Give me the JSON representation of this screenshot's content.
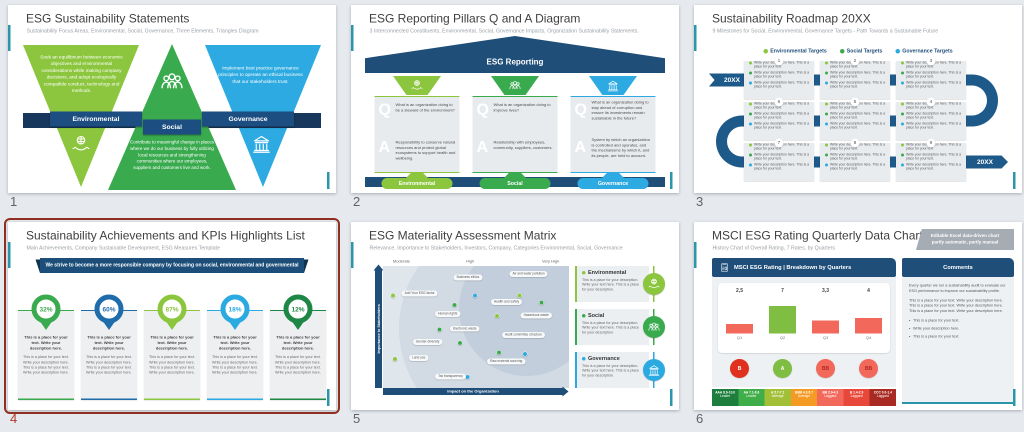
{
  "app": {
    "background": "#e6eaee",
    "selection_color": "#8e2f1f"
  },
  "slides": [
    {
      "number": "1",
      "title": "ESG Sustainability Statements",
      "subtitle": "Sustainability Focus Areas, Environmental, Social, Governance, Three Elements, Triangles Diagram",
      "env": {
        "label": "Environmental",
        "color": "#8cc63e",
        "text": "Seek an equilibrium between economic objectives and environmental considerations while making company decisions, and adopt ecologically compatible conduct, technology and methods."
      },
      "soc": {
        "label": "Social",
        "color": "#3aaa4e",
        "text": "Contribute to meaningful change in places where we do our business by fully utilizing local resources and strengthening communities where our employees, suppliers and customers live and work."
      },
      "gov": {
        "label": "Governance",
        "color": "#2caae1",
        "text": "Implement best practice governance principles to operate an ethical business that our stakeholders trust."
      }
    },
    {
      "number": "2",
      "title": "ESG Reporting Pillars Q and A Diagram",
      "subtitle": "3 Interconnected Constituents, Environmental, Social, Governance Impacts, Organization Sustainability Statements.",
      "roof": "ESG Reporting",
      "q_letter": "Q",
      "a_letter": "A",
      "pillars": [
        {
          "label": "Environmental",
          "color": "#8cc63e",
          "q": "What is an organization doing to be a steward of the environment?",
          "a": "Responsibility to conserve natural resources and protect global ecosystems to support health and wellbeing."
        },
        {
          "label": "Social",
          "color": "#3aaa4e",
          "q": "What is an organization doing to improve lives?",
          "a": "Relationship with employees, community, suppliers, customers."
        },
        {
          "label": "Governance",
          "color": "#2caae1",
          "q": "What is an organization doing to stay ahead of corruption and ensure its investments remain sustainable in the future?",
          "a": "System by which an organization is controlled and operates, and the mechanisms by which it, and its people, are held to account."
        }
      ]
    },
    {
      "number": "3",
      "title": "Sustainability Roadmap 20XX",
      "subtitle": "9 Milestones for Social, Environmental, Governance Targets - Path Towards a Sustainable Future",
      "legend": [
        {
          "label": "Environmental Targets",
          "color": "#8cc63e"
        },
        {
          "label": "Social Targets",
          "color": "#3aaa4e"
        },
        {
          "label": "Governance Targets",
          "color": "#2caae1"
        }
      ],
      "start_label": "20XX",
      "end_label": "20XX",
      "milestone_bullet": "Write your description here. This is a place for your text.",
      "bullet_colors": [
        "#8cc63e",
        "#3aaa4e",
        "#2caae1"
      ],
      "milestones": [
        {
          "number": "1"
        },
        {
          "number": "2"
        },
        {
          "number": "3"
        },
        {
          "number": "4"
        },
        {
          "number": "5"
        },
        {
          "number": "6"
        },
        {
          "number": "7"
        },
        {
          "number": "8"
        },
        {
          "number": "9"
        }
      ]
    },
    {
      "number": "4",
      "selected": true,
      "title": "Sustainability Achievements and KPIs Highlights List",
      "subtitle": "Main Achievements, Company Sustainable Development, ESG Measures Template",
      "banner": "We strive to become a more responsible company by focusing on social, environmental and governmental sustainability.",
      "card_bold": "This is a place for your text. Write your description here.",
      "card_body": "This is a place for your text. Write your description here. This is a place for your text. Write your description here.",
      "kpis": [
        {
          "value": "32%",
          "color": "#3aaa4e"
        },
        {
          "value": "60%",
          "color": "#1f6cab"
        },
        {
          "value": "87%",
          "color": "#8cc63e"
        },
        {
          "value": "18%",
          "color": "#2baae2"
        },
        {
          "value": "12%",
          "color": "#1f8746"
        }
      ]
    },
    {
      "number": "5",
      "title": "ESG Materiality Assessment Matrix",
      "subtitle": "Relevance, Importance to Stakeholders, Investors, Company, Categories Environmental, Social, Governance",
      "x_axis": "Impact on the Organization",
      "y_axis": "Importance to Stakeholders",
      "impact_scale": [
        "Moderate",
        "High",
        "Very High"
      ],
      "points": [
        {
          "label": "Add Your ESG factor",
          "color": "#8cc63e",
          "chip_x": "10%",
          "chip_y": "20%",
          "dot_x": "4%",
          "dot_y": "22%"
        },
        {
          "label": "Business ethics",
          "color": "#2baae2",
          "chip_x": "38%",
          "chip_y": "7%",
          "dot_x": "48%",
          "dot_y": "22%"
        },
        {
          "label": "Air and water pollution",
          "color": "#8cc63e",
          "chip_x": "68%",
          "chip_y": "4%",
          "dot_x": "72%",
          "dot_y": "22%"
        },
        {
          "label": "Health and safety",
          "color": "#3aaa4e",
          "chip_x": "58%",
          "chip_y": "27%",
          "dot_x": "84%",
          "dot_y": "28%"
        },
        {
          "label": "Hazardous waste",
          "color": "#8cc63e",
          "chip_x": "74%",
          "chip_y": "38%",
          "dot_x": "60%",
          "dot_y": "39%"
        },
        {
          "label": "Human rights",
          "color": "#3aaa4e",
          "chip_x": "28%",
          "chip_y": "37%",
          "dot_x": "37%",
          "dot_y": "30%"
        },
        {
          "label": "Electronic waste",
          "color": "#3aaa4e",
          "chip_x": "36%",
          "chip_y": "49%",
          "dot_x": "29%",
          "dot_y": "50%"
        },
        {
          "label": "Gender diversity",
          "color": "#3aaa4e",
          "chip_x": "16%",
          "chip_y": "60%",
          "dot_x": "40%",
          "dot_y": "61%"
        },
        {
          "label": "Audit committee structure",
          "color": "#2baae2",
          "chip_x": "64%",
          "chip_y": "54%",
          "dot_x": "75%",
          "dot_y": "70%"
        },
        {
          "label": "Land use",
          "color": "#8cc63e",
          "chip_x": "14%",
          "chip_y": "73%",
          "dot_x": "5%",
          "dot_y": "74%"
        },
        {
          "label": "Raw material sourcing",
          "color": "#3aaa4e",
          "chip_x": "56%",
          "chip_y": "76%",
          "dot_x": "61%",
          "dot_y": "69%"
        },
        {
          "label": "Tax transparency",
          "color": "#2baae2",
          "chip_x": "28%",
          "chip_y": "88%",
          "dot_x": "44%",
          "dot_y": "89%"
        }
      ],
      "categories": [
        {
          "label": "Environmental",
          "color": "#8cc63e",
          "text": "This is a place for your description. Write your text here. This is a place for your description."
        },
        {
          "label": "Social",
          "color": "#3aaa4e",
          "text": "This is a place for your description. Write your text here. This is a place for your description."
        },
        {
          "label": "Governance",
          "color": "#2baae2",
          "text": "This is a place for your description. Write your text here. This is a place for your description."
        }
      ]
    },
    {
      "number": "6",
      "title": "MSCI ESG Rating Quarterly Data Chart",
      "subtitle": "History Chart of Overall Rating, 7 Rates, by Quarters",
      "badge_line1": "Editable Excel data-driven chart",
      "badge_line2": "partly automatic, partly manual",
      "panel_title": "MSCI ESG Rating | Breakdown by Quarters",
      "comments_title": "Comments",
      "chart_data": {
        "type": "bar",
        "ylim": [
          0,
          10
        ],
        "bars": [
          {
            "category": "Q1",
            "value": 2.5,
            "label": "2,5",
            "color": "#f2695c"
          },
          {
            "category": "Q2",
            "value": 7,
            "label": "7",
            "color": "#7fbe42"
          },
          {
            "category": "Q3",
            "value": 3.3,
            "label": "3,3",
            "color": "#f2695c"
          },
          {
            "category": "Q4",
            "value": 4,
            "label": "4",
            "color": "#f2695c"
          }
        ],
        "ratings": [
          {
            "label": "B",
            "color": "#e0301e",
            "text_color": "#ffffff"
          },
          {
            "label": "A",
            "color": "#7fbe42",
            "text_color": "#ffffff"
          },
          {
            "label": "BB",
            "color": "#f2695c",
            "text_color": "#b3261e"
          },
          {
            "label": "BB",
            "color": "#f2695c",
            "text_color": "#b3261e"
          }
        ]
      },
      "rating_scale": [
        {
          "grade": "AAA",
          "range": "8.6-10.0",
          "tier": "Leader",
          "color": "#1e7e3e"
        },
        {
          "grade": "AA",
          "range": "7.1-8.6",
          "tier": "Leader",
          "color": "#3fae49"
        },
        {
          "grade": "A",
          "range": "5.7-7.1",
          "tier": "Average",
          "color": "#a2c037"
        },
        {
          "grade": "BBB",
          "range": "4.3-5.7",
          "tier": "Average",
          "color": "#f59a23"
        },
        {
          "grade": "BB",
          "range": "2.9-4.3",
          "tier": "Laggard",
          "color": "#f2695c"
        },
        {
          "grade": "B",
          "range": "1.4-2.9",
          "tier": "Laggard",
          "color": "#e8483a"
        },
        {
          "grade": "CCC",
          "range": "0.0-1.4",
          "tier": "Laggard",
          "color": "#a92a22"
        }
      ],
      "comments": {
        "intro": "Every quarter we run a sustainability audit to evaluate our ESG performance to improve our sustainability profile.",
        "body": "This is a place for your text. Write your description here. This is a place for your text. Write your description here. This is a place for your text. Write your description here.",
        "bullets": [
          "This is a place for your text.",
          "Write your description here.",
          "This is a place for your text."
        ]
      }
    }
  ]
}
